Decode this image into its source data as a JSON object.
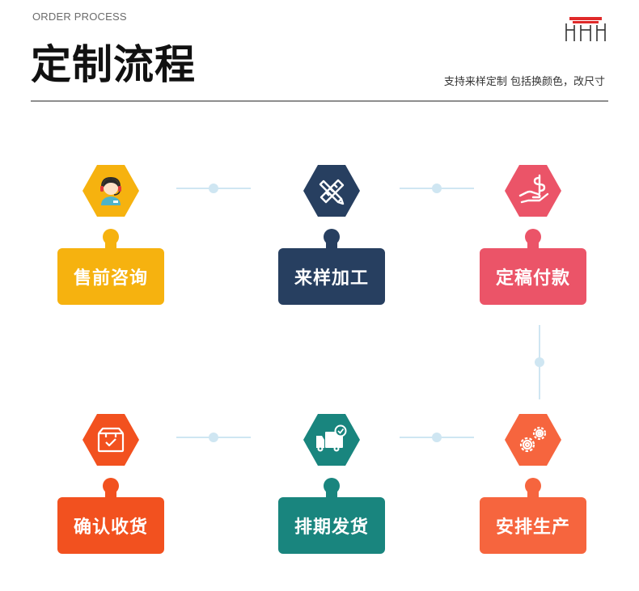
{
  "header": {
    "subtitle_en": "ORDER PROCESS",
    "title": "定制流程",
    "note": "支持来样定制 包括换颜色，改尺寸"
  },
  "colors": {
    "yellow": "#f6b20f",
    "navy": "#273f60",
    "pink": "#eb5468",
    "orange_red": "#f2511f",
    "teal": "#19857e",
    "coral": "#f6653e",
    "connector": "#cfe6f2",
    "logo_red": "#e02a2a"
  },
  "steps": [
    {
      "id": "consult",
      "label": "售前咨询",
      "icon": "customer-service-agent-icon",
      "color": "#f6b20f"
    },
    {
      "id": "sample",
      "label": "来样加工",
      "icon": "pencil-ruler-icon",
      "color": "#273f60"
    },
    {
      "id": "payment",
      "label": "定稿付款",
      "icon": "hand-dollar-icon",
      "color": "#eb5468"
    },
    {
      "id": "production",
      "label": "安排生产",
      "icon": "gears-icon",
      "color": "#f6653e"
    },
    {
      "id": "shipping",
      "label": "排期发货",
      "icon": "delivery-truck-icon",
      "color": "#19857e"
    },
    {
      "id": "receive",
      "label": "确认收货",
      "icon": "package-box-icon",
      "color": "#f2511f"
    }
  ]
}
